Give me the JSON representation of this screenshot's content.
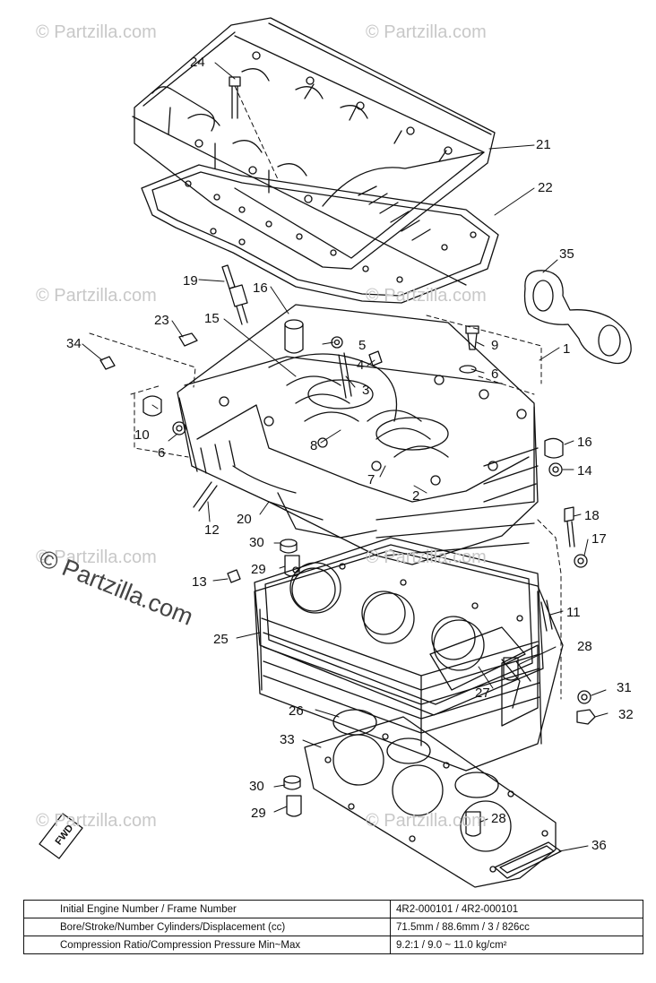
{
  "watermarks": {
    "small": "© Partzilla.com",
    "big": "© Partzilla.com"
  },
  "fwd_label": "FWD",
  "callouts": {
    "c1": "1",
    "c2": "2",
    "c3": "3",
    "c4": "4",
    "c5": "5",
    "c6a": "6",
    "c6b": "6",
    "c7": "7",
    "c8": "8",
    "c9": "9",
    "c10": "10",
    "c11": "11",
    "c12": "12",
    "c13": "13",
    "c14": "14",
    "c15": "15",
    "c16a": "16",
    "c16b": "16",
    "c17": "17",
    "c18": "18",
    "c19": "19",
    "c20": "20",
    "c21": "21",
    "c22": "22",
    "c23": "23",
    "c24": "24",
    "c25": "25",
    "c26": "26",
    "c27": "27",
    "c28a": "28",
    "c28b": "28",
    "c29a": "29",
    "c29b": "29",
    "c30a": "30",
    "c30b": "30",
    "c31": "31",
    "c32": "32",
    "c33": "33",
    "c34": "34",
    "c35": "35",
    "c36": "36"
  },
  "spec_table": {
    "rows": [
      {
        "label": "Initial Engine Number / Frame Number",
        "value": "4R2-000101 / 4R2-000101"
      },
      {
        "label": "Bore/Stroke/Number Cylinders/Displacement (cc)",
        "value": "71.5mm / 88.6mm / 3 / 826cc"
      },
      {
        "label": "Compression Ratio/Compression Pressure Min~Max",
        "value": "9.2:1 / 9.0 ~ 11.0 kg/cm²"
      }
    ]
  }
}
